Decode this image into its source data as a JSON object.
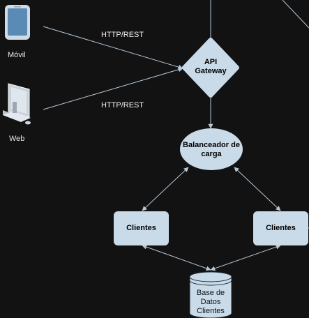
{
  "colors": {
    "background": "#121212",
    "node_fill": "#c9dbe9",
    "edge": "#b6c8d8",
    "icon_light": "#cfdbe6"
  },
  "clients": {
    "mobile": {
      "label": "Móvil",
      "icon": "smartphone-icon"
    },
    "web": {
      "label": "Web",
      "icon": "desktop-computer-icon"
    }
  },
  "edges": {
    "mobile_to_gateway": "HTTP/REST",
    "web_to_gateway": "HTTP/REST"
  },
  "nodes": {
    "api_gateway": [
      "API",
      "Gateway"
    ],
    "load_balancer": [
      "Balanceador de",
      "carga"
    ],
    "clientes_left": "Clientes",
    "clientes_right": "Clientes",
    "database": [
      "Base de",
      "Datos",
      "Clientes"
    ]
  }
}
